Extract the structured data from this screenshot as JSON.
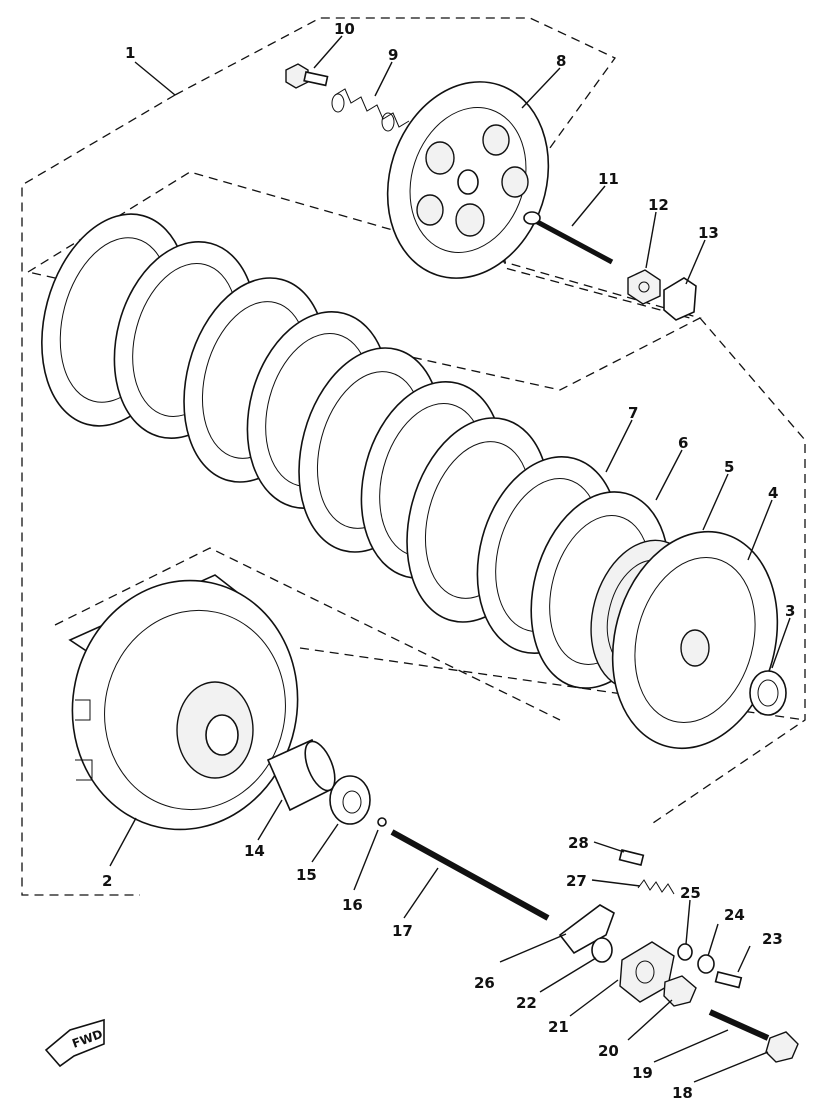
{
  "diagram": {
    "direction_label": "FWD",
    "callouts": [
      {
        "id": "1",
        "text": "1"
      },
      {
        "id": "2",
        "text": "2"
      },
      {
        "id": "3",
        "text": "3"
      },
      {
        "id": "4",
        "text": "4"
      },
      {
        "id": "5",
        "text": "5"
      },
      {
        "id": "6",
        "text": "6"
      },
      {
        "id": "7",
        "text": "7"
      },
      {
        "id": "8",
        "text": "8"
      },
      {
        "id": "9",
        "text": "9"
      },
      {
        "id": "10",
        "text": "10"
      },
      {
        "id": "11",
        "text": "11"
      },
      {
        "id": "12",
        "text": "12"
      },
      {
        "id": "13",
        "text": "13"
      },
      {
        "id": "14",
        "text": "14"
      },
      {
        "id": "15",
        "text": "15"
      },
      {
        "id": "16",
        "text": "16"
      },
      {
        "id": "17",
        "text": "17"
      },
      {
        "id": "18",
        "text": "18"
      },
      {
        "id": "19",
        "text": "19"
      },
      {
        "id": "20",
        "text": "20"
      },
      {
        "id": "21",
        "text": "21"
      },
      {
        "id": "22",
        "text": "22"
      },
      {
        "id": "23",
        "text": "23"
      },
      {
        "id": "24",
        "text": "24"
      },
      {
        "id": "25",
        "text": "25"
      },
      {
        "id": "26",
        "text": "26"
      },
      {
        "id": "27",
        "text": "27"
      },
      {
        "id": "28",
        "text": "28"
      }
    ]
  }
}
